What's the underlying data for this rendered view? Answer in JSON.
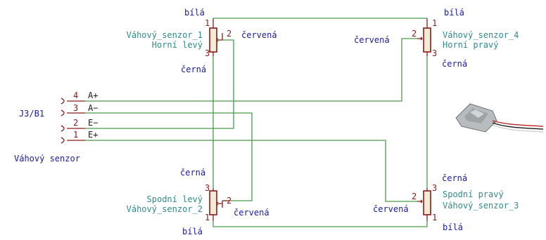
{
  "colors": {
    "wire": "#4a9a4a",
    "component": "#8b1a1a",
    "component_fill": "#f6ecd6",
    "net_label": "#1a1a9a",
    "reference": "#2f8a8a",
    "connector_text": "#1a1a1a"
  },
  "connector": {
    "ref": "J3/B1",
    "value": "Váhový senzor",
    "pins": [
      {
        "num": "4",
        "name": "A+"
      },
      {
        "num": "3",
        "name": "A−"
      },
      {
        "num": "2",
        "name": "E−"
      },
      {
        "num": "1",
        "name": "E+"
      }
    ]
  },
  "sensors": [
    {
      "name": "Váhový_senzor_1",
      "position": "Horní levý",
      "pin1": "bílá",
      "pin2": "červená",
      "pin3": "černá",
      "pin_numbers": [
        "1",
        "2",
        "3"
      ]
    },
    {
      "name": "Váhový_senzor_4",
      "position": "Horní pravý",
      "pin1": "bílá",
      "pin2": "červená",
      "pin3": "černá",
      "pin_numbers": [
        "1",
        "2",
        "3"
      ]
    },
    {
      "name": "Váhový_senzor_2",
      "position": "Spodní levý",
      "pin1": "bílá",
      "pin2": "červená",
      "pin3": "černá",
      "pin_numbers": [
        "1",
        "2",
        "3"
      ]
    },
    {
      "name": "Váhový_senzor_3",
      "position": "Spodní pravý",
      "pin1": "bílá",
      "pin2": "červená",
      "pin3": "černá",
      "pin_numbers": [
        "1",
        "2",
        "3"
      ]
    }
  ],
  "photo": {
    "icon": "load-cell-photo"
  }
}
